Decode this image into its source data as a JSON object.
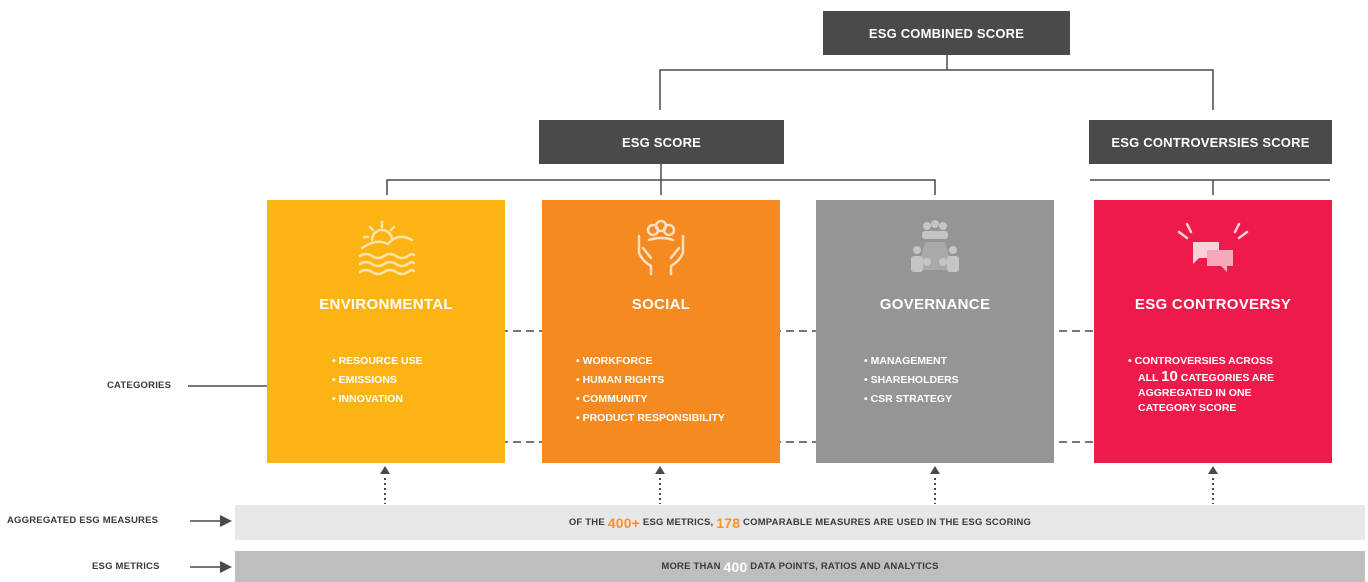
{
  "headers": {
    "combined": "ESG COMBINED SCORE",
    "esg_score": "ESG SCORE",
    "controversies_score": "ESG CONTROVERSIES SCORE"
  },
  "pillars": [
    {
      "title": "ENVIRONMENTAL",
      "color": "#fbb414",
      "icon": "landscape-sun-icon",
      "items": [
        "RESOURCE USE",
        "EMISSIONS",
        "INNOVATION"
      ]
    },
    {
      "title": "SOCIAL",
      "color": "#f58a20",
      "icon": "hands-people-icon",
      "items": [
        "WORKFORCE",
        "HUMAN RIGHTS",
        "COMMUNITY",
        "PRODUCT RESPONSIBILITY"
      ]
    },
    {
      "title": "GOVERNANCE",
      "color": "#939598",
      "icon": "boardroom-icon",
      "items": [
        "MANAGEMENT",
        "SHAREHOLDERS",
        "CSR STRATEGY"
      ]
    }
  ],
  "controversy": {
    "title": "ESG CONTROVERSY",
    "color": "#ed1a4b",
    "icon": "speech-bubbles-icon",
    "line1": "CONTROVERSIES ACROSS",
    "line2_pre": "ALL ",
    "line2_num": "10",
    "line2_post": " CATEGORIES ARE",
    "line3": "AGGREGATED IN ONE",
    "line4": "CATEGORY SCORE"
  },
  "labels": {
    "categories": "CATEGORIES",
    "aggregated": "AGGREGATED ESG MEASURES",
    "metrics": "ESG METRICS"
  },
  "aggregated_bar": {
    "pre": "OF THE ",
    "num1": "400+",
    "mid1": " ESG METRICS, ",
    "num2": "178",
    "post": " COMPARABLE MEASURES ARE USED IN THE ESG SCORING",
    "color": "#e6e7e8"
  },
  "metrics_bar": {
    "pre": "MORE THAN ",
    "num": "400",
    "post": " DATA POINTS, RATIOS AND ANALYTICS",
    "color": "#bcbec0"
  }
}
